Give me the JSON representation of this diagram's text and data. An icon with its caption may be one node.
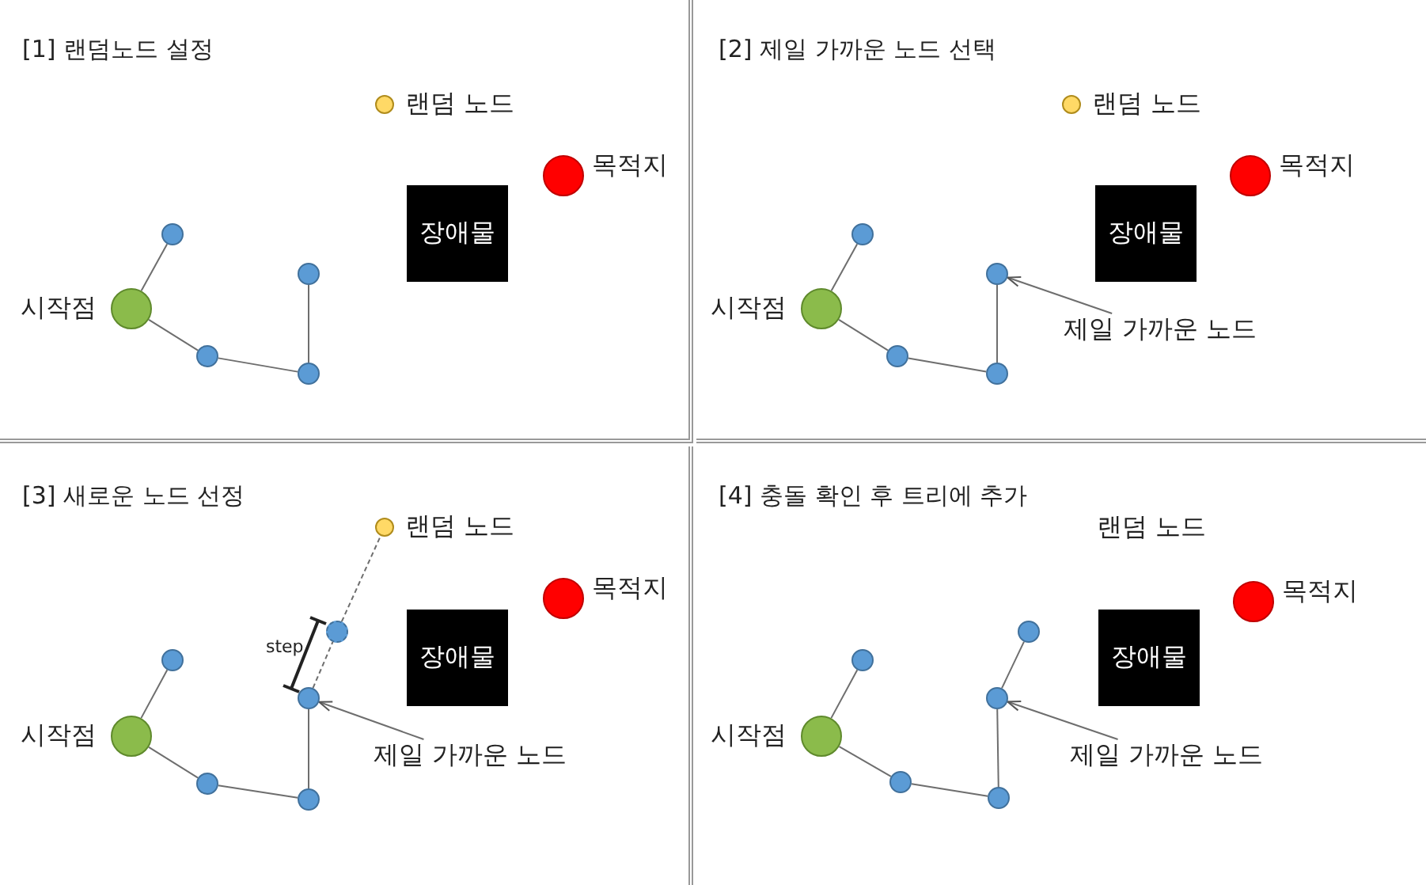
{
  "diagram": {
    "nodes": [
      {
        "text": [
          "[1] 랜덤노드 설정"
        ]
      },
      {
        "text": [],
        "shape": "circle",
        "beside": [
          "랜덤 노드"
        ],
        "in": 0
      },
      {
        "text": [],
        "shape": "circle",
        "beside": [
          "목적지"
        ],
        "in": 0
      },
      {
        "text": [
          "장애물"
        ],
        "in": 0
      },
      {
        "text": [],
        "shape": "circle",
        "beside": [
          "시작점"
        ],
        "in": 0
      },
      {
        "text": [],
        "shape": "circle",
        "in": 0
      },
      {
        "text": [],
        "shape": "circle",
        "in": 0
      },
      {
        "text": [],
        "shape": "circle",
        "in": 0
      },
      {
        "text": [],
        "shape": "circle",
        "in": 0
      },
      {
        "text": [
          "[2] 제일 가까운 노드 선택"
        ]
      },
      {
        "text": [],
        "shape": "circle",
        "beside": [
          "랜덤 노드"
        ],
        "in": 9
      },
      {
        "text": [],
        "shape": "circle",
        "beside": [
          "목적지"
        ],
        "in": 9
      },
      {
        "text": [
          "장애물"
        ],
        "in": 9
      },
      {
        "text": [],
        "shape": "circle",
        "beside": [
          "시작점"
        ],
        "in": 9
      },
      {
        "text": [],
        "shape": "circle",
        "in": 9
      },
      {
        "text": [],
        "shape": "circle",
        "in": 9
      },
      {
        "text": [],
        "shape": "circle",
        "in": 9
      },
      {
        "text": [],
        "shape": "circle",
        "in": 9
      },
      {
        "text": [
          "제일 가까운 노드"
        ],
        "in": 9
      },
      {
        "text": [
          "[3] 새로운 노드 선정"
        ]
      },
      {
        "text": [],
        "shape": "circle",
        "beside": [
          "랜덤 노드"
        ],
        "in": 19
      },
      {
        "text": [],
        "shape": "circle",
        "beside": [
          "목적지"
        ],
        "in": 19
      },
      {
        "text": [
          "장애물"
        ],
        "in": 19
      },
      {
        "text": [],
        "shape": "circle",
        "beside": [
          "시작점"
        ],
        "in": 19
      },
      {
        "text": [],
        "shape": "circle",
        "in": 19
      },
      {
        "text": [],
        "shape": "circle",
        "in": 19
      },
      {
        "text": [],
        "shape": "circle",
        "in": 19
      },
      {
        "text": [],
        "shape": "circle",
        "in": 19
      },
      {
        "text": [],
        "shape": "circle",
        "in": 19
      },
      {
        "text": [
          "제일 가까운 노드"
        ],
        "in": 19
      },
      {
        "text": [
          "[4] 충돌 확인 후 트리에 추가"
        ]
      },
      {
        "text": [],
        "shape": "circle",
        "beside": [
          "목적지"
        ],
        "in": 30
      },
      {
        "text": [
          "장애물"
        ],
        "in": 30
      },
      {
        "text": [],
        "shape": "circle",
        "beside": [
          "시작점"
        ],
        "in": 30
      },
      {
        "text": [],
        "shape": "circle",
        "in": 30
      },
      {
        "text": [],
        "shape": "circle",
        "in": 30
      },
      {
        "text": [],
        "shape": "circle",
        "in": 30
      },
      {
        "text": [],
        "shape": "circle",
        "in": 30
      },
      {
        "text": [],
        "shape": "circle",
        "in": 30
      },
      {
        "text": [
          "제일 가까운 노드"
        ],
        "in": 30
      }
    ],
    "edges": [
      {
        "from": 4,
        "to": 5,
        "arrow": "none"
      },
      {
        "from": 4,
        "to": 6,
        "arrow": "none"
      },
      {
        "from": 6,
        "to": 7,
        "arrow": "none"
      },
      {
        "from": 7,
        "to": 8,
        "arrow": "none"
      },
      {
        "from": 13,
        "to": 14,
        "arrow": "none"
      },
      {
        "from": 13,
        "to": 15,
        "arrow": "none"
      },
      {
        "from": 15,
        "to": 16,
        "arrow": "none"
      },
      {
        "from": 16,
        "to": 17,
        "arrow": "none"
      },
      {
        "from": 18,
        "to": 17,
        "arrow": "to"
      },
      {
        "from": 23,
        "to": 24,
        "arrow": "none"
      },
      {
        "from": 23,
        "to": 25,
        "arrow": "none"
      },
      {
        "from": 25,
        "to": 26,
        "arrow": "none"
      },
      {
        "from": 26,
        "to": 27,
        "arrow": "none"
      },
      {
        "from": 27,
        "to": 28,
        "arrow": "none",
        "style": "dashed"
      },
      {
        "from": 28,
        "to": 20,
        "arrow": "none",
        "style": "dashed"
      },
      {
        "from": 29,
        "to": 27,
        "arrow": "to"
      },
      {
        "from": 33,
        "to": 34,
        "arrow": "none"
      },
      {
        "from": 33,
        "to": 35,
        "arrow": "none"
      },
      {
        "from": 35,
        "to": 36,
        "arrow": "none"
      },
      {
        "from": 36,
        "to": 37,
        "arrow": "none"
      },
      {
        "from": 37,
        "to": 38,
        "arrow": "none"
      },
      {
        "from": 39,
        "to": 37,
        "arrow": "to"
      }
    ],
    "labels": [
      "step",
      "랜덤 노드"
    ]
  }
}
